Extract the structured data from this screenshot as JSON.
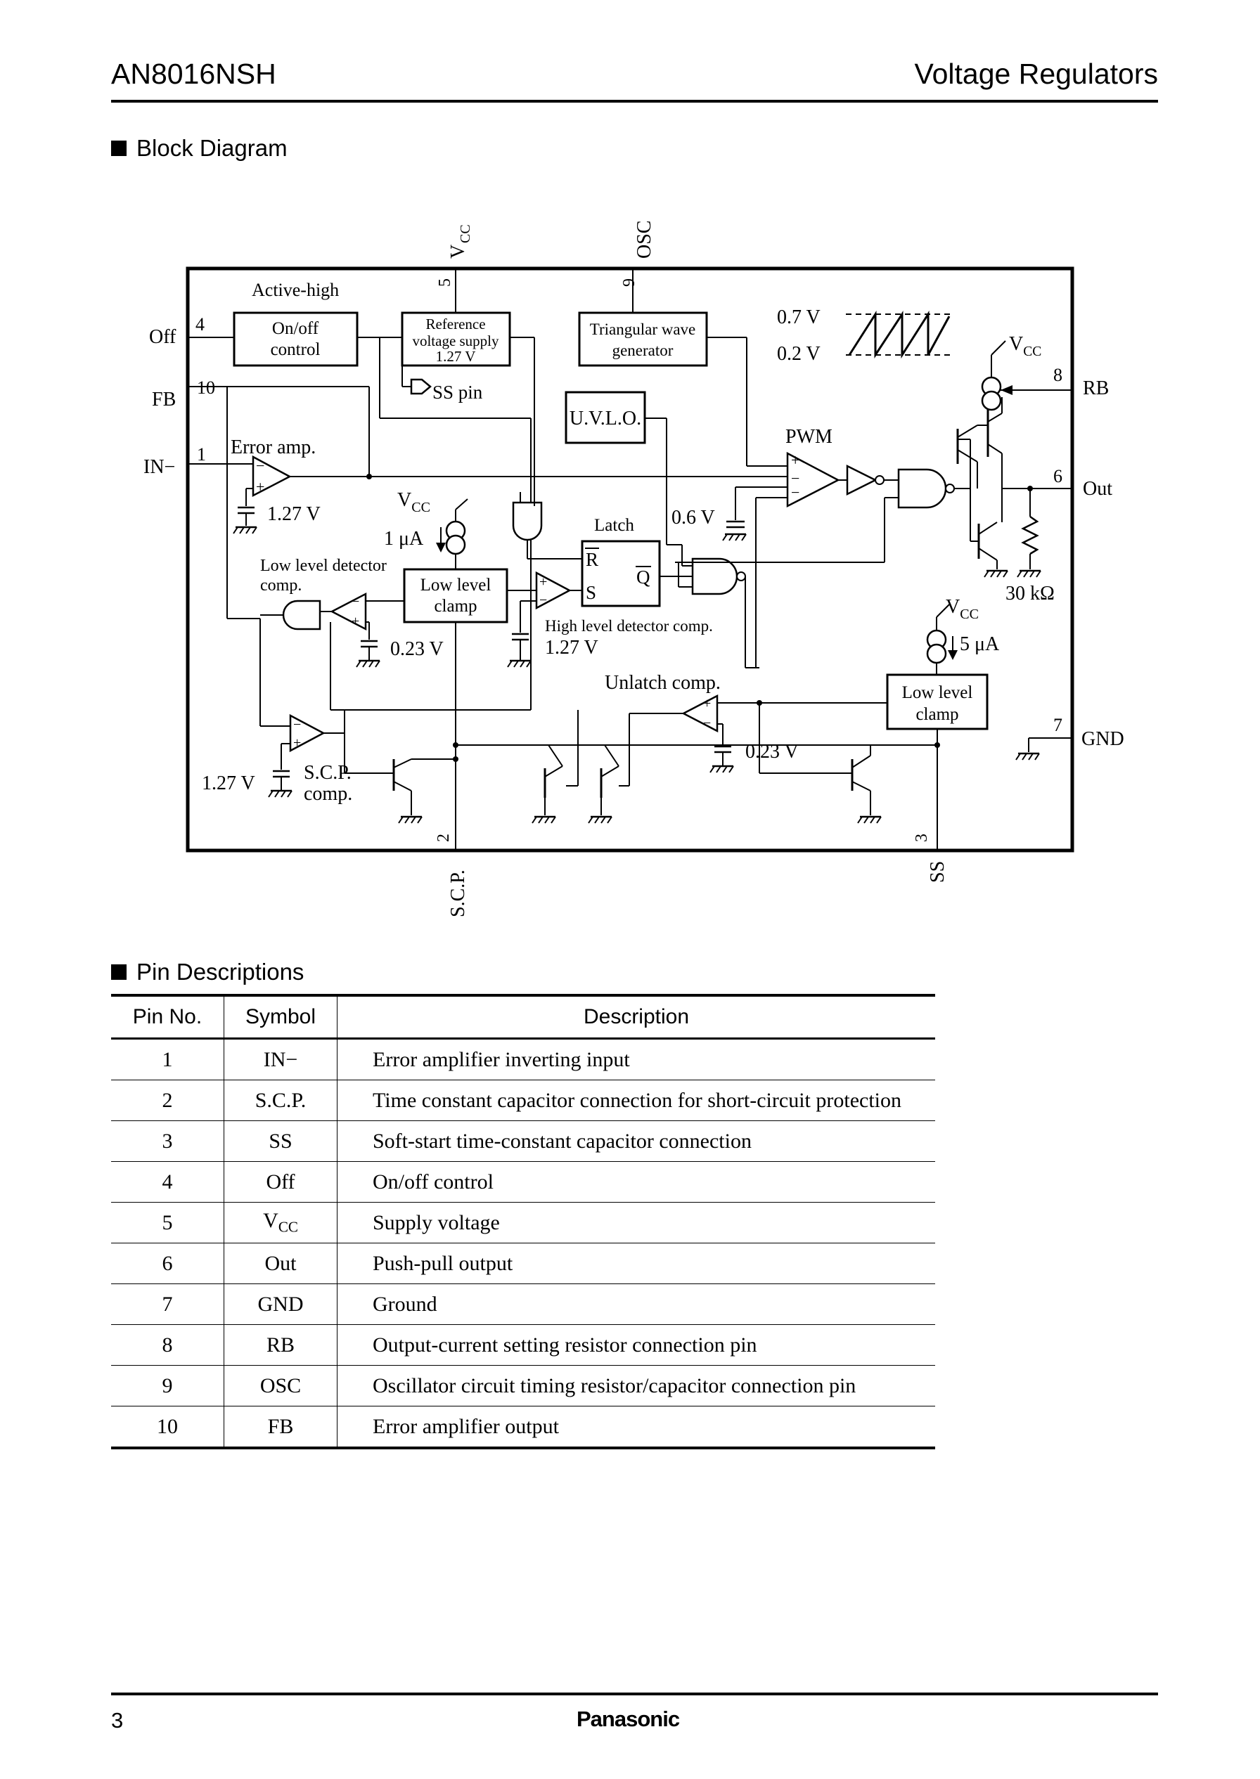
{
  "header": {
    "part_number": "AN8016NSH",
    "category": "Voltage Regulators"
  },
  "sections": {
    "block_diagram": "Block Diagram",
    "pin_descriptions": "Pin Descriptions"
  },
  "diagram": {
    "pins_top": {
      "vcc_label": "V",
      "vcc_sub": "CC",
      "vcc_num": "5",
      "osc_label": "OSC",
      "osc_num": "9"
    },
    "pins_left": {
      "off_label": "Off",
      "off_num": "4",
      "fb_label": "FB",
      "fb_num": "10",
      "in_label": "IN−",
      "in_num": "1"
    },
    "pins_right": {
      "rb_label": "RB",
      "rb_num": "8",
      "out_label": "Out",
      "out_num": "6",
      "gnd_label": "GND",
      "gnd_num": "7"
    },
    "pins_bottom": {
      "scp_label": "S.C.P.",
      "scp_num": "2",
      "ss_label": "SS",
      "ss_num": "3"
    },
    "blocks": {
      "active_high": "Active-high",
      "onoff_1": "On/off",
      "onoff_2": "control",
      "ref_1": "Reference",
      "ref_2": "voltage supply",
      "ref_3": "1.27 V",
      "tri_1": "Triangular wave",
      "tri_2": "generator",
      "ss_pin": "SS pin",
      "uvlo": "U.V.L.O.",
      "pwm": "PWM",
      "error_amp": "Error amp.",
      "v127_a": "1.27 V",
      "vcc_a": "V",
      "vcc_a_sub": "CC",
      "i1ua": "1 μA",
      "latch": "Latch",
      "latch_r": "R",
      "latch_s": "S",
      "latch_q": "Q",
      "v06": "0.6 V",
      "lld_1": "Low level detector",
      "lld_2": "comp.",
      "llc_1": "Low level",
      "llc_2": "clamp",
      "v023_a": "0.23 V",
      "hld": "High level detector comp.",
      "v127_b": "1.27 V",
      "unlatch": "Unlatch comp.",
      "v023_b": "0.23 V",
      "llc2_1": "Low level",
      "llc2_2": "clamp",
      "vcc_b": "V",
      "vcc_b_sub": "CC",
      "i5ua": "5 μA",
      "vcc_c": "V",
      "vcc_c_sub": "CC",
      "r30k": "30 kΩ",
      "scp_1": "S.C.P.",
      "scp_2": "comp.",
      "v127_c": "1.27 V",
      "tri_top": "0.7 V",
      "tri_bot": "0.2 V"
    }
  },
  "pin_table": {
    "headers": [
      "Pin No.",
      "Symbol",
      "Description"
    ],
    "rows": [
      {
        "no": "1",
        "symbol": "IN−",
        "desc": "Error amplifier inverting input"
      },
      {
        "no": "2",
        "symbol": "S.C.P.",
        "desc": "Time constant capacitor connection for short-circuit protection"
      },
      {
        "no": "3",
        "symbol": "SS",
        "desc": "Soft-start time-constant capacitor connection"
      },
      {
        "no": "4",
        "symbol": "Off",
        "desc": "On/off control"
      },
      {
        "no": "5",
        "symbol": "V",
        "symbol_sub": "CC",
        "desc": "Supply voltage"
      },
      {
        "no": "6",
        "symbol": "Out",
        "desc": "Push-pull output"
      },
      {
        "no": "7",
        "symbol": "GND",
        "desc": "Ground"
      },
      {
        "no": "8",
        "symbol": "RB",
        "desc": "Output-current setting resistor connection pin"
      },
      {
        "no": "9",
        "symbol": "OSC",
        "desc": "Oscillator circuit timing resistor/capacitor connection pin"
      },
      {
        "no": "10",
        "symbol": "FB",
        "desc": "Error amplifier output"
      }
    ]
  },
  "footer": {
    "page": "3",
    "brand": "Panasonic"
  }
}
